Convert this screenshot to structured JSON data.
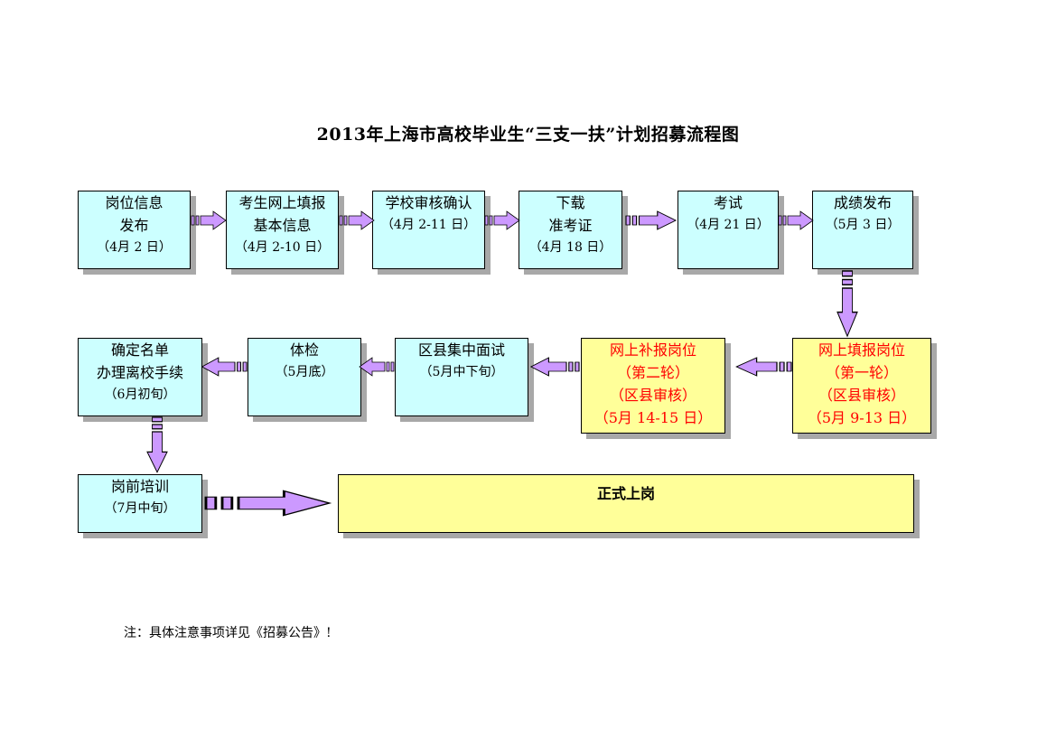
{
  "title": "2013年上海市高校毕业生“三支一扶”计划招募流程图",
  "steps": [
    {
      "id": "s1",
      "lines": [
        "岗位信息",
        "发布",
        "（4月 2 日）"
      ]
    },
    {
      "id": "s2",
      "lines": [
        "考生网上填报",
        "基本信息",
        "（4月 2-10 日）"
      ]
    },
    {
      "id": "s3",
      "lines": [
        "学校审核确认",
        "（4月 2-11 日）"
      ]
    },
    {
      "id": "s4",
      "lines": [
        "下载",
        "准考证",
        "（4月 18 日）"
      ]
    },
    {
      "id": "s5",
      "lines": [
        "考试",
        "（4月 21 日）"
      ]
    },
    {
      "id": "s6",
      "lines": [
        "成绩发布",
        "（5月 3 日）"
      ]
    },
    {
      "id": "s7",
      "lines": [
        "网上填报岗位",
        "（第一轮）",
        "（区县审核）",
        "（5月 9-13 日）"
      ]
    },
    {
      "id": "s8",
      "lines": [
        "网上补报岗位",
        "（第二轮）",
        "（区县审核）",
        "（5月 14-15 日）"
      ]
    },
    {
      "id": "s9",
      "lines": [
        "区县集中面试",
        "（5月中下旬）"
      ]
    },
    {
      "id": "s10",
      "lines": [
        "体检",
        "（5月底）"
      ]
    },
    {
      "id": "s11",
      "lines": [
        "确定名单",
        "办理离校手续",
        "（6月初旬）"
      ]
    },
    {
      "id": "s12",
      "lines": [
        "岗前培训",
        "（7月中旬）"
      ]
    },
    {
      "id": "s13",
      "lines": [
        "正式上岗"
      ]
    }
  ],
  "note": "注：具体注意事项详见《招募公告》!",
  "colors": {
    "step_fill": "#ccffff",
    "highlight_fill": "#ffff99",
    "highlight_text": "#ff0000",
    "arrow": "#cc99ff"
  }
}
